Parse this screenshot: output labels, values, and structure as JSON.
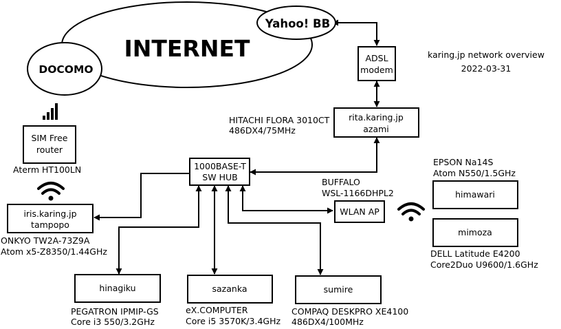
{
  "title": {
    "line1": "karing.jp network overview",
    "line2": "2022-03-31"
  },
  "cloud": {
    "internet": "INTERNET",
    "docomo": "DOCOMO",
    "yahoo": "Yahoo! BB"
  },
  "nodes": {
    "adsl": {
      "line1": "ADSL",
      "line2": "modem"
    },
    "rita": {
      "line1": "rita.karing.jp",
      "line2": "azami",
      "label1": "HITACHI FLORA 3010CT",
      "label2": "486DX4/75MHz"
    },
    "sim": {
      "line1": "SIM Free",
      "line2": "router",
      "label1": "Aterm HT100LN"
    },
    "hub": {
      "line1": "1000BASE-T",
      "line2": "SW HUB"
    },
    "iris": {
      "line1": "iris.karing.jp",
      "line2": "tampopo",
      "label1": "ONKYO TW2A-73Z9A",
      "label2": "Atom x5-Z8350/1.44GHz"
    },
    "wlan": {
      "line1": "WLAN AP",
      "label1": "BUFFALO",
      "label2": "WSL-1166DHPL2"
    },
    "himawari": {
      "line1": "himawari",
      "label1": "EPSON Na14S",
      "label2": "Atom N550/1.5GHz"
    },
    "mimoza": {
      "line1": "mimoza",
      "label1": "DELL Latitude E4200",
      "label2": "Core2Duo U9600/1.6GHz"
    },
    "hinagiku": {
      "line1": "hinagiku",
      "label1": "PEGATRON IPMIP-GS",
      "label2": "Core i3 550/3.2GHz"
    },
    "sazanka": {
      "line1": "sazanka",
      "label1": "eX.COMPUTER",
      "label2": "Core i5 3570K/3.4GHz"
    },
    "sumire": {
      "line1": "sumire",
      "label1": "COMPAQ DESKPRO XE4100",
      "label2": "486DX4/100MHz"
    }
  },
  "icons": {
    "signal": "signal-bars-icon",
    "wifi": "wifi-icon"
  }
}
